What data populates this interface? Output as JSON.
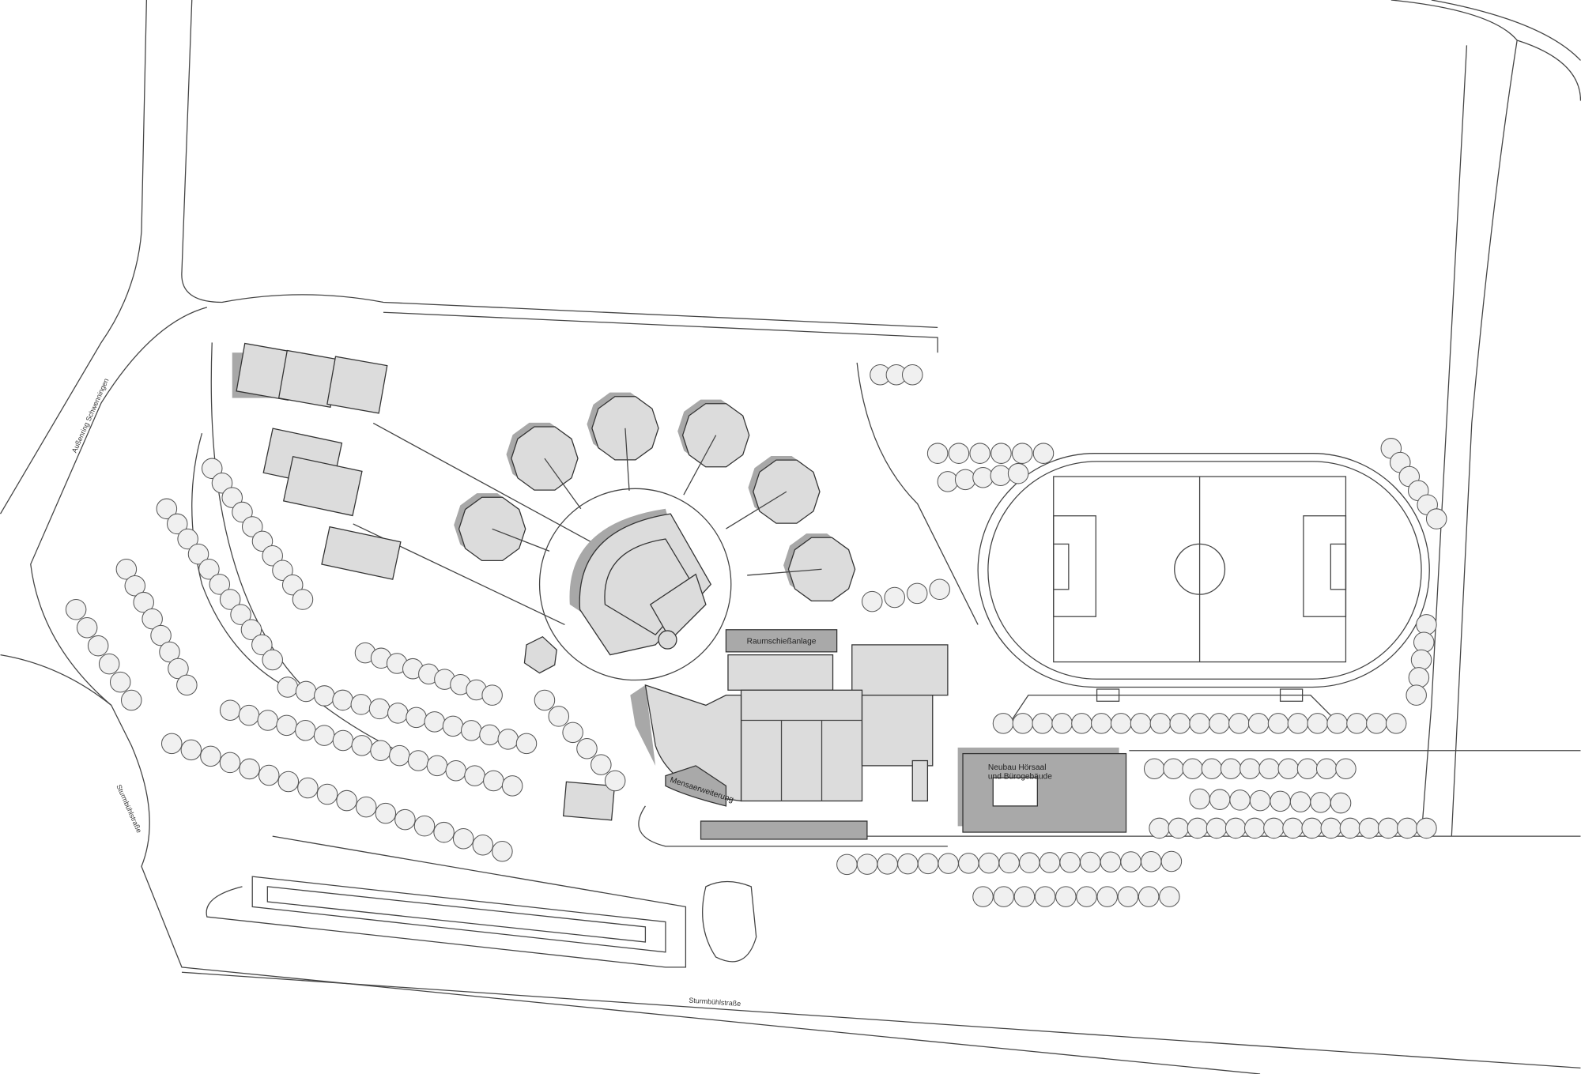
{
  "title": "Lageplan",
  "labels": {
    "road_west": "Außenring Schwenningen",
    "road_south_west": "Sturmbühlstraße",
    "road_south": "Sturmbühlstraße",
    "shooting_range": "Raumschießanlage",
    "canteen_extension": "Mensaerweiterung",
    "new_building_line1": "Neubau Hörsaal",
    "new_building_line2": "und Bürogebäude"
  },
  "colors": {
    "existing_building": "#dcdcdc",
    "new_building": "#a9a9a9",
    "lines": "#444444"
  }
}
